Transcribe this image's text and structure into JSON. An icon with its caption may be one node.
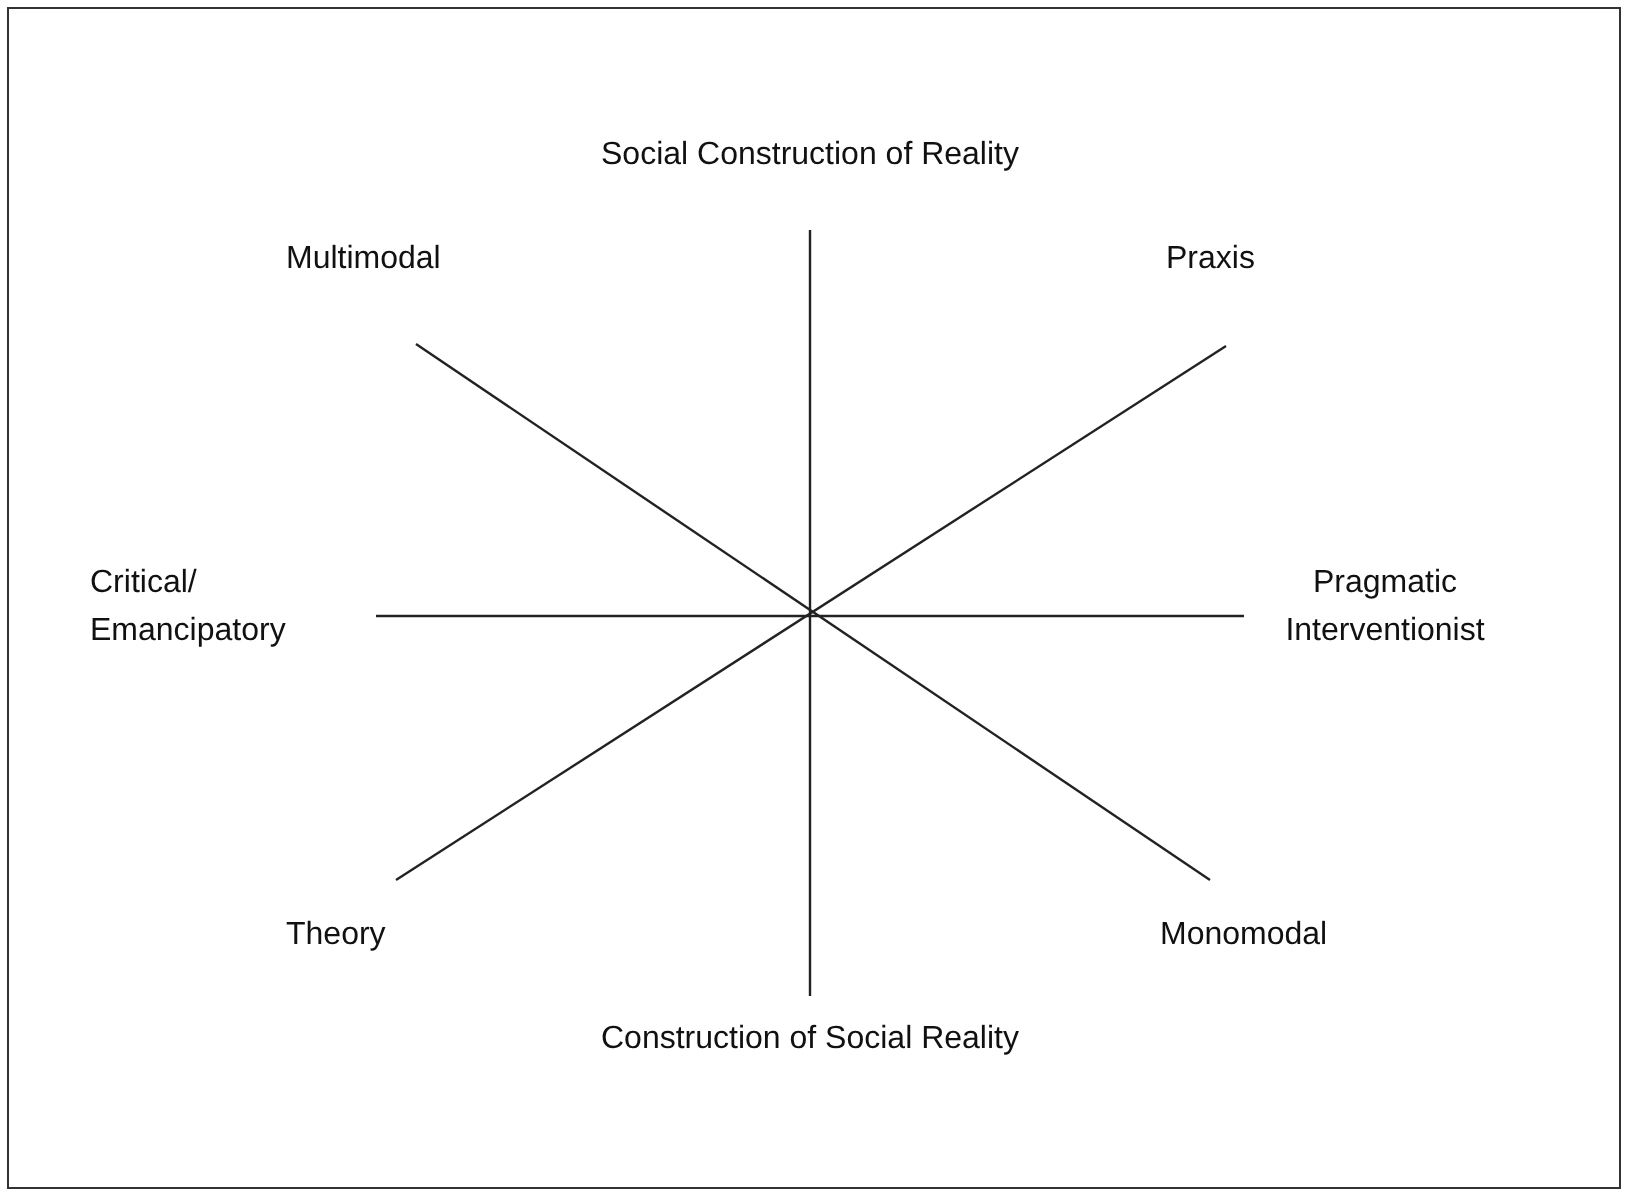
{
  "diagram": {
    "labels": [
      "Social Construction of Reality",
      "Multimodal",
      "Praxis",
      "Critical/ Emancipatory",
      "Pragmatic Interventionist",
      "Theory",
      "Monomodal",
      "Construction of Social Reality"
    ]
  }
}
